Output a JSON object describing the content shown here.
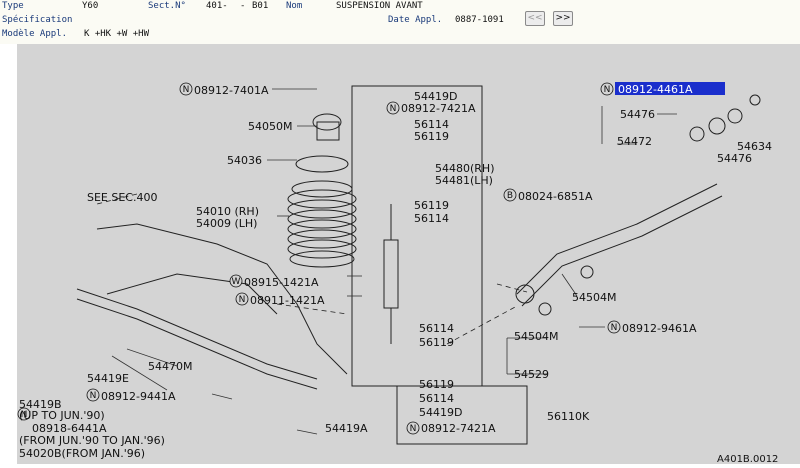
{
  "header": {
    "type_label": "Type",
    "type_value": "Y60",
    "sect_label": "Sect.N°",
    "sect_value": "401-",
    "dash": "-",
    "sect_code": "B01",
    "nom_label": "Nom",
    "nom_value": "SUSPENSION AVANT",
    "spec_label": "Spécification",
    "date_label": "Date Appl.",
    "date_value": "0887-1091",
    "prev_label": "<<",
    "next_label": ">>",
    "model_label": "Modèle Appl.",
    "model_value": "K +HK +W +HW"
  },
  "parts": {
    "p08912_7401A": "08912-7401A",
    "p54050M": "54050M",
    "p54036": "54036",
    "p54010": "54010 (RH)",
    "p54009": "54009 (LH)",
    "see_sec": "SEE SEC.400",
    "p08915_1421A": "08915-1421A",
    "p08911_1421A": "08911-1421A",
    "p54470M": "54470M",
    "p54419E": "54419E",
    "p08912_9441A": "08912-9441A",
    "p54419B": "54419B",
    "up_to": "(UP TO JUN.'90)",
    "p08918_6441A": "08918-6441A",
    "from_jun": "(FROM JUN.'90 TO JAN.'96)",
    "p54020B": "54020B(FROM JAN.'96)",
    "p54419D_top": "54419D",
    "p08912_7421A_top": "08912-7421A",
    "p56114_top": "56114",
    "p56119_top": "56119",
    "p54480": "54480(RH)",
    "p54481": "54481(LH)",
    "p56119_b": "56119",
    "p56114_b": "56114",
    "p56114_c": "56114",
    "p56119_c": "56119",
    "p56119_d": "56119",
    "p56114_d": "56114",
    "p54419D_bot": "54419D",
    "p08912_7421A_bot": "08912-7421A",
    "p56110K": "56110K",
    "p54419A": "54419A",
    "p08024_6851A": "08024-6851A",
    "p08912_4461A": "08912-4461A",
    "p54476_a": "54476",
    "p54472": "54472",
    "p54634": "54634",
    "p54476_b": "54476",
    "p54504M_a": "54504M",
    "p08912_9461A": "08912-9461A",
    "p54504M_b": "54504M",
    "p54529": "54529",
    "ref": "A401B.0012"
  },
  "symbols": {
    "n": "N",
    "w": "W",
    "b": "B"
  },
  "colors": {
    "header_bg": "#fbfbf4",
    "label_text": "#1a3a7a",
    "diagram_bg": "#d4d4d4",
    "highlight": "#1a2ecc"
  }
}
